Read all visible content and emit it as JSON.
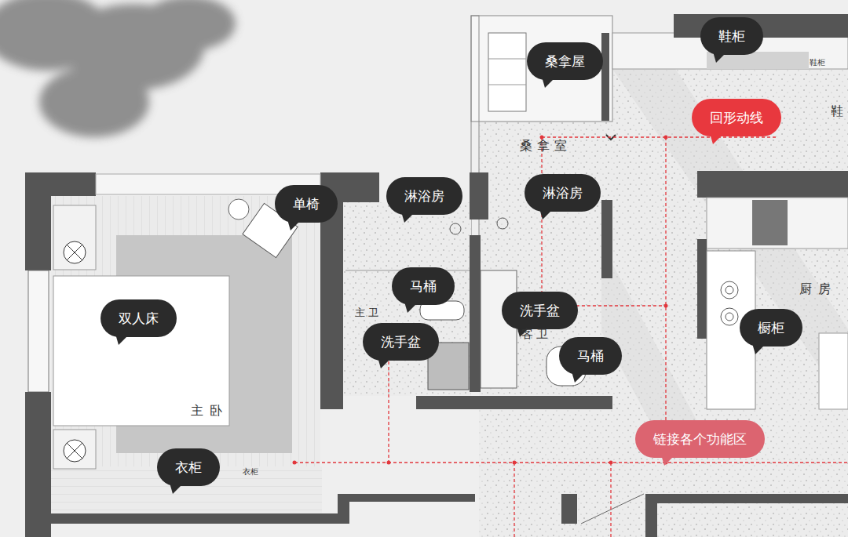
{
  "diagram": {
    "nodes": [
      {
        "text": [
          "鞋柜"
        ]
      },
      {
        "text": [
          "桑拿屋"
        ]
      },
      {
        "text": [
          "回形动线"
        ]
      },
      {
        "text": [
          "淋浴房"
        ]
      },
      {
        "text": [
          "淋浴房"
        ]
      },
      {
        "text": [
          "单椅"
        ]
      },
      {
        "text": [
          "马桶"
        ]
      },
      {
        "text": [
          "洗手盆"
        ]
      },
      {
        "text": [
          "双人床"
        ]
      },
      {
        "text": [
          "橱柜"
        ]
      },
      {
        "text": [
          "洗手盆"
        ]
      },
      {
        "text": [
          "马桶"
        ]
      },
      {
        "text": [
          "链接各个功能区"
        ]
      },
      {
        "text": [
          "衣柜"
        ]
      }
    ],
    "labels": [
      "鞋柜",
      "鞋",
      "桑拿室",
      "厨房",
      "主卫",
      "客卫",
      "主卧",
      "衣柜"
    ]
  }
}
